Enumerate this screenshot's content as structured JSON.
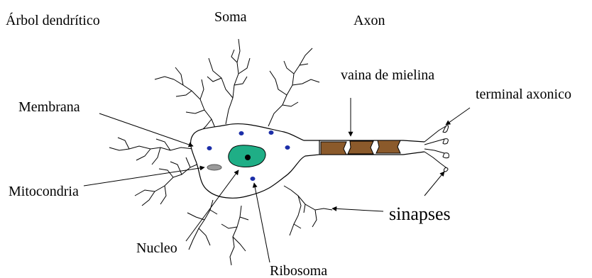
{
  "labels": {
    "arbol": "Árbol dendrítico",
    "soma": "Soma",
    "axon": "Axon",
    "vaina": "vaina de mielina",
    "membrana": "Membrana",
    "terminal": "terminal axonico",
    "mitocondria": "Mitocondria",
    "sinapses": "sinapses",
    "nucleo": "Nucleo",
    "ribosoma": "Ribosoma"
  },
  "colors": {
    "line": "#000000",
    "nucleus": "#1fae86",
    "nucleolus": "#000000",
    "ribosome": "#1c2ea8",
    "mitochondria": "#9a9a9a",
    "myelin": "#8b5a2b"
  }
}
